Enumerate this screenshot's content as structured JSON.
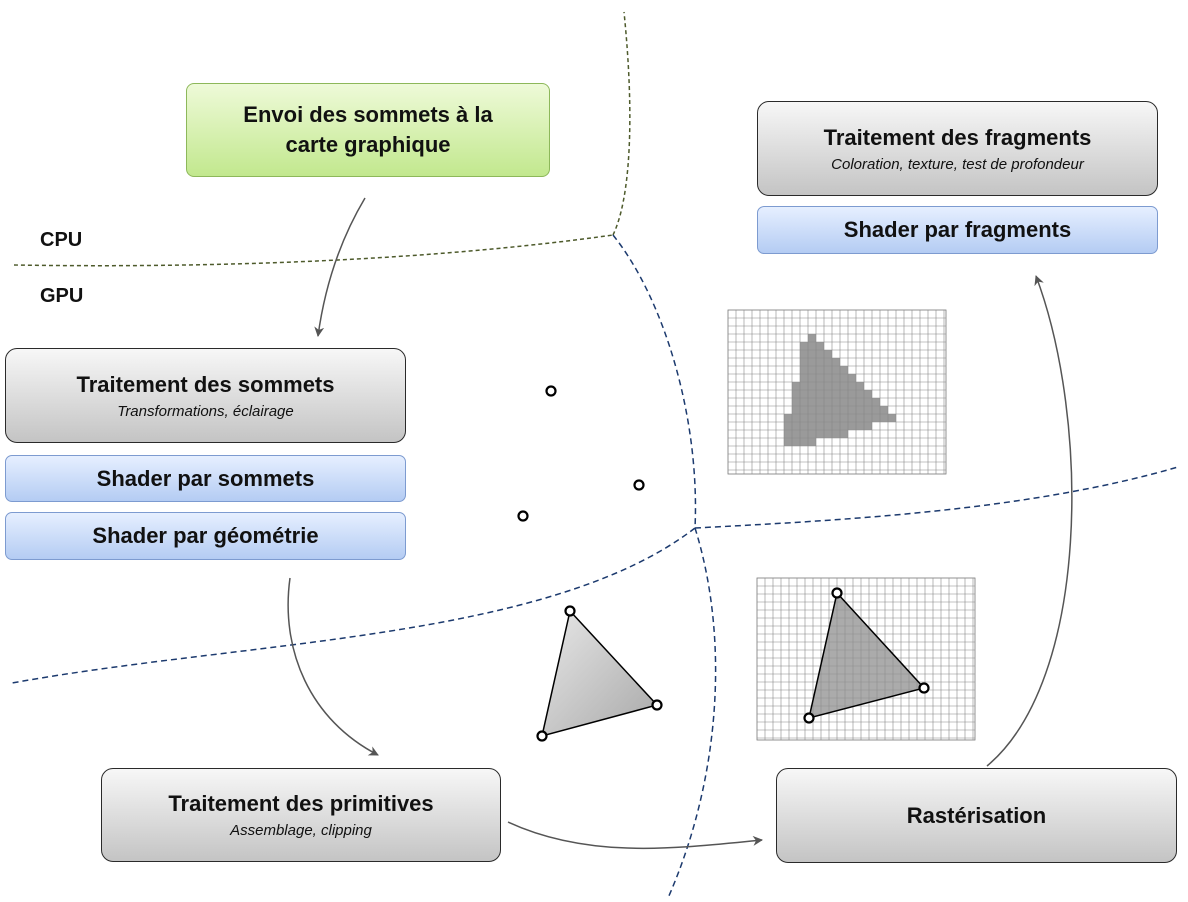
{
  "labels": {
    "cpu": "CPU",
    "gpu": "GPU"
  },
  "boxes": {
    "envoi": {
      "title": "Envoi des sommets à la carte graphique"
    },
    "sommets": {
      "title": "Traitement des sommets",
      "subtitle": "Transformations, éclairage"
    },
    "shader_sommets": {
      "title": "Shader par sommets"
    },
    "shader_geometrie": {
      "title": "Shader par géométrie"
    },
    "primitives": {
      "title": "Traitement des primitives",
      "subtitle": "Assemblage, clipping"
    },
    "rasterisation": {
      "title": "Rastérisation"
    },
    "fragments": {
      "title": "Traitement des fragments",
      "subtitle": "Coloration, texture, test de profondeur"
    },
    "shader_fragments": {
      "title": "Shader par fragments"
    }
  },
  "colors": {
    "cpu_gpu_boundary": "#4d5a2b",
    "stage_boundary": "#1c3a6e",
    "stage_box": "#d6d6d6",
    "shader_box": "#c9d9f7",
    "input_box": "#d4efab",
    "filled_pixel": "#9a9a9a",
    "triangle_fill": "#b5b5b5"
  }
}
